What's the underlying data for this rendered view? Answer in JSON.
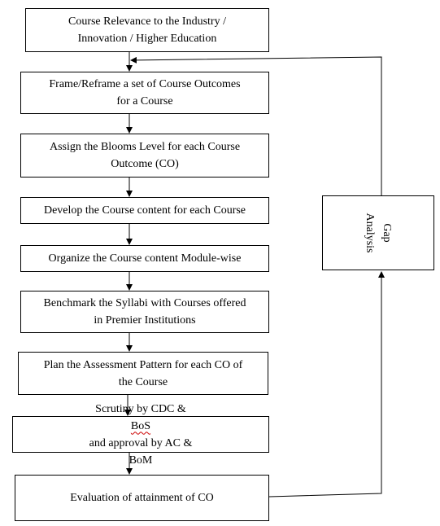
{
  "steps": [
    {
      "line1": "Course Relevance to the Industry /",
      "line2": "Innovation / Higher Education"
    },
    {
      "line1": "Frame/Reframe a set of Course Outcomes",
      "line2": "for a Course"
    },
    {
      "line1": "Assign the Blooms Level for each Course",
      "line2": "Outcome (CO)"
    },
    {
      "line1": "Develop the Course content for each Course"
    },
    {
      "line1": "Organize the Course content Module-wise"
    },
    {
      "line1": "Benchmark the Syllabi with Courses offered",
      "line2": "in Premier Institutions"
    },
    {
      "line1": "Plan the Assessment Pattern for each CO of",
      "line2": "the Course"
    },
    {
      "line1_pre": "Scrutiny by CDC & ",
      "line1_flag": "BoS",
      "line1_post": " and approval by AC &",
      "line2": "BoM"
    },
    {
      "line1": "Evaluation of attainment of CO"
    }
  ],
  "gap": {
    "line1": "Gap",
    "line2": "Analysis"
  }
}
